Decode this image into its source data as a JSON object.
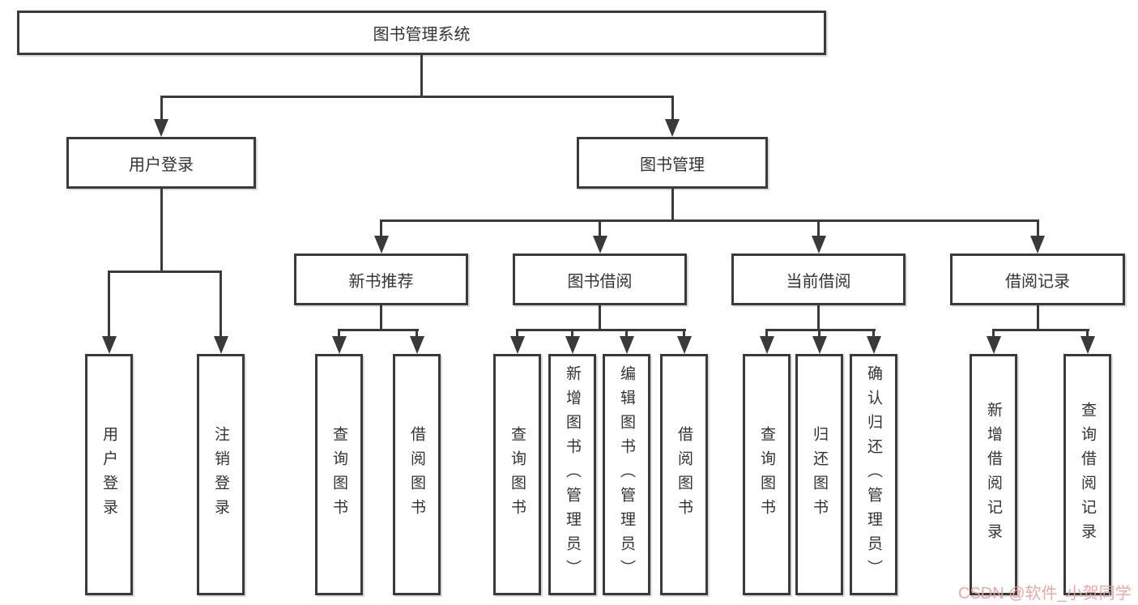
{
  "tree": {
    "root": "图书管理系统",
    "login": {
      "label": "用户登录",
      "children": [
        "用户登录",
        "注销登录"
      ]
    },
    "mgmt": {
      "label": "图书管理",
      "groups": [
        {
          "label": "新书推荐",
          "children": [
            "查询图书",
            "借阅图书"
          ]
        },
        {
          "label": "图书借阅",
          "children": [
            "查询图书",
            "新增图书（管理员）",
            "编辑图书（管理员）",
            "借阅图书"
          ]
        },
        {
          "label": "当前借阅",
          "children": [
            "查询图书",
            "归还图书",
            "确认归还（管理员）"
          ]
        },
        {
          "label": "借阅记录",
          "children": [
            "新增借阅记录",
            "查询借阅记录"
          ]
        }
      ]
    }
  },
  "watermark": "CSDN @软件_小贺同学",
  "colors": {
    "line": "#3a3a3a",
    "text": "#333333",
    "watermark_pink": "#eba0a0",
    "background": "#ffffff"
  }
}
